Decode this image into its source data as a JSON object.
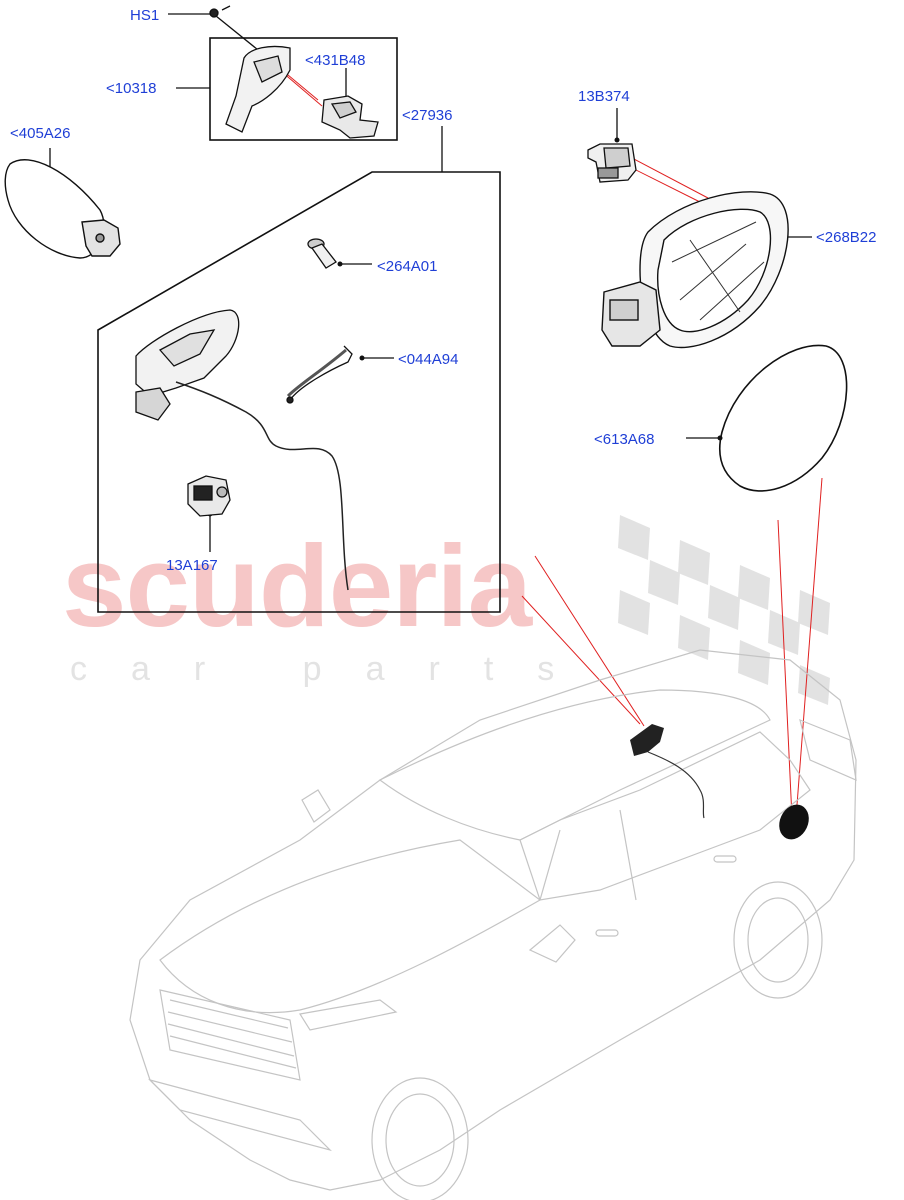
{
  "watermark": {
    "brand": "scuderia",
    "tagline": "car parts"
  },
  "callouts": {
    "hs1": "HS1",
    "p10318": "<10318",
    "p431B48": "<431B48",
    "p405A26": "<405A26",
    "p27936": "<27936",
    "p13B374": "13B374",
    "p268B22": "<268B22",
    "p264A01": "<264A01",
    "p044A94": "<044A94",
    "p613A68": "<613A68",
    "p13A167": "13A167"
  },
  "colors": {
    "callout_text": "#1f3fd6",
    "leader_red": "#e02020",
    "line_black": "#111111",
    "watermark_red": "#f6c7c7"
  }
}
